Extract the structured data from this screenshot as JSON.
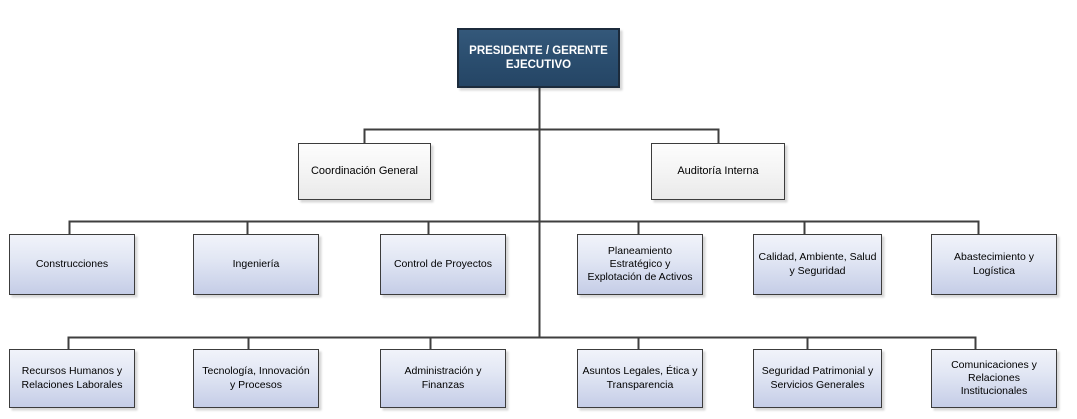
{
  "diagram": {
    "type": "org-chart",
    "nodes": {
      "root": {
        "label": "PRESIDENTE / GERENTE\nEJECUTIVO"
      },
      "level2": [
        {
          "label": "Coordinación General"
        },
        {
          "label": "Auditoría Interna"
        }
      ],
      "level3": [
        {
          "label": "Construcciones"
        },
        {
          "label": "Ingeniería"
        },
        {
          "label": "Control de Proyectos"
        },
        {
          "label": "Planeamiento\nEstratégico y\nExplotación de Activos"
        },
        {
          "label": "Calidad, Ambiente, Salud\ny Seguridad"
        },
        {
          "label": "Abastecimiento y\nLogística"
        }
      ],
      "level4": [
        {
          "label": "Recursos Humanos y\nRelaciones Laborales"
        },
        {
          "label": "Tecnología, Innovación\ny Procesos"
        },
        {
          "label": "Administración y\nFinanzas"
        },
        {
          "label": "Asuntos Legales, Ética y\nTransparencia"
        },
        {
          "label": "Seguridad Patrimonial y\nServicios Generales"
        },
        {
          "label": "Comunicaciones y\nRelaciones Institucionales"
        }
      ]
    },
    "colors": {
      "root_fill": "#2d5170",
      "root_border": "#1c2b3c",
      "root_text": "#ffffff",
      "staff_fill_top": "#fdfdfd",
      "staff_fill_bottom": "#e9e9e9",
      "dept_fill_top": "#f1f3fa",
      "dept_fill_bottom": "#c5cde7",
      "box_border": "#3c3c3c",
      "connector": "#3f3f3f",
      "background": "#ffffff"
    }
  }
}
